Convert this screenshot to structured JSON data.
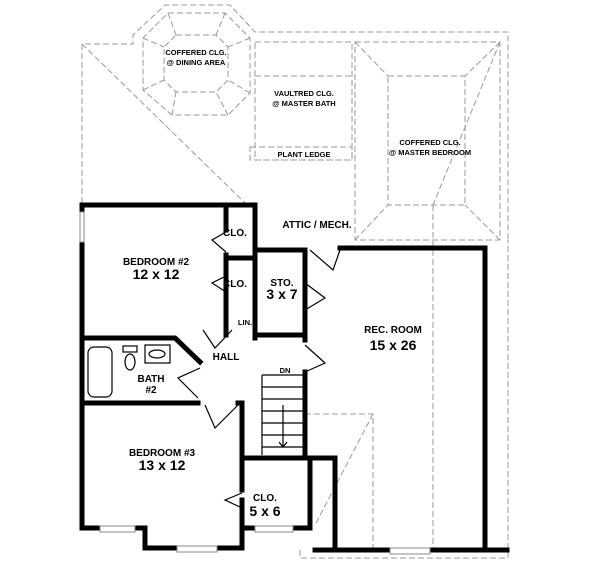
{
  "plan": {
    "ceilings": {
      "dining": [
        "COFFERED CLG.",
        "@ DINING AREA"
      ],
      "master_bath": [
        "VAULTRED CLG.",
        "@ MASTER BATH"
      ],
      "plant_ledge": "PLANT LEDGE",
      "master_bedroom": [
        "COFFERED CLG.",
        "@ MASTER BEDROOM"
      ]
    },
    "rooms": {
      "attic": "ATTIC / MECH.",
      "bedroom2": {
        "name": "BEDROOM #2",
        "size": "12 x 12"
      },
      "closet_a": "CLO.",
      "closet_b": "CLO.",
      "storage": {
        "name": "STO.",
        "size": "3 x 7"
      },
      "linen": "LIN.",
      "hall": "HALL",
      "bath2": {
        "name": "BATH",
        "number": "#2"
      },
      "rec_room": {
        "name": "REC. ROOM",
        "size": "15 x 26"
      },
      "stairs": "DN",
      "bedroom3": {
        "name": "BEDROOM #3",
        "size": "13 x 12"
      },
      "closet_c": {
        "name": "CLO.",
        "size": "5 x 6"
      }
    }
  }
}
